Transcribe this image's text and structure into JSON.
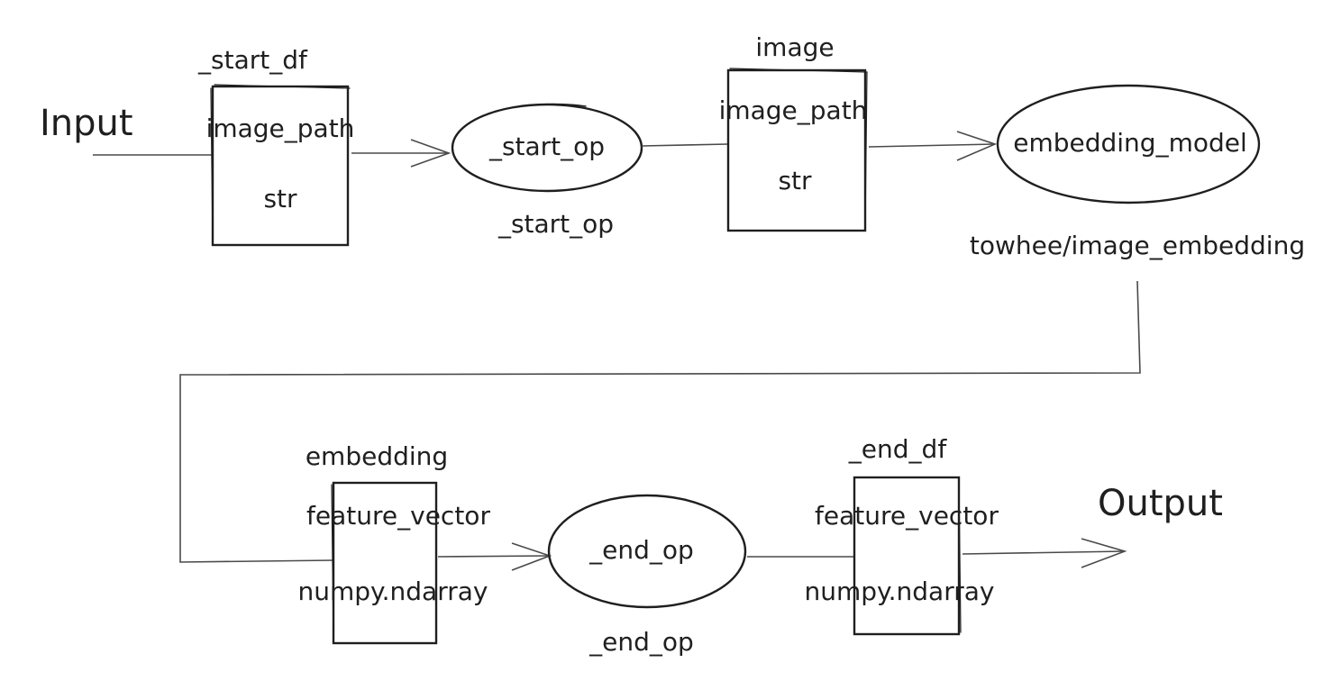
{
  "diagram": {
    "input_label": "Input",
    "output_label": "Output",
    "nodes": {
      "start_df": {
        "title": "_start_df",
        "field": "image_path",
        "type": "str"
      },
      "start_op": {
        "label": "_start_op",
        "caption": "_start_op"
      },
      "image_df": {
        "title": "image",
        "field": "image_path",
        "type": "str"
      },
      "embedding_model": {
        "label": "embedding_model",
        "caption": "towhee/image_embedding"
      },
      "embedding_df": {
        "title": "embedding",
        "field": "feature_vector",
        "type": "numpy.ndarray"
      },
      "end_op": {
        "label": "_end_op",
        "caption": "_end_op"
      },
      "end_df": {
        "title": "_end_df",
        "field": "feature_vector",
        "type": "numpy.ndarray"
      }
    }
  }
}
